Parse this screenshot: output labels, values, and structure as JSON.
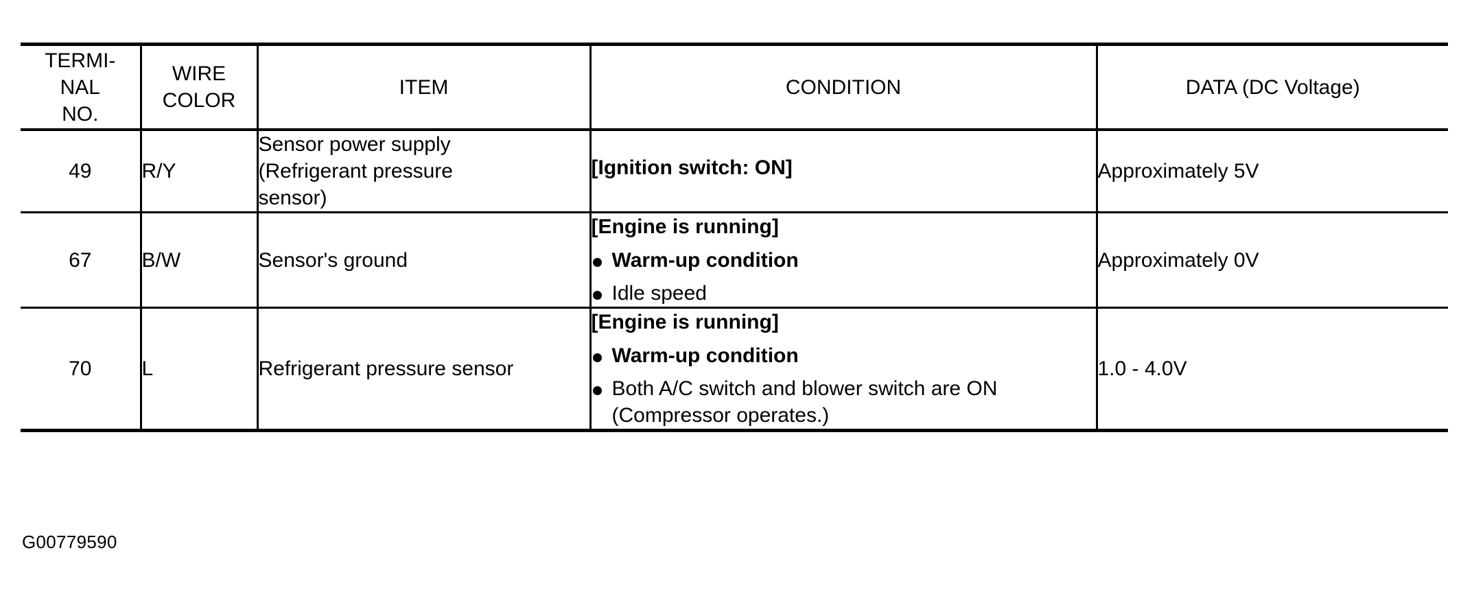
{
  "document": {
    "footer_code": "G00779590"
  },
  "table": {
    "columns": [
      {
        "key": "terminal_no",
        "header": "TERMI-\nNAL\nNO."
      },
      {
        "key": "wire_color",
        "header": "WIRE\nCOLOR"
      },
      {
        "key": "item",
        "header": "ITEM"
      },
      {
        "key": "condition",
        "header": "CONDITION"
      },
      {
        "key": "data",
        "header": "DATA (DC Voltage)"
      }
    ],
    "rows": [
      {
        "terminal_no": "49",
        "wire_color": "R/Y",
        "item": "Sensor power supply\n(Refrigerant pressure\nsensor)",
        "condition_heading": "[Ignition switch: ON]",
        "condition_bullets": [],
        "data": "Approximately 5V"
      },
      {
        "terminal_no": "67",
        "wire_color": "B/W",
        "item": "Sensor's ground",
        "condition_heading": "[Engine is running]",
        "condition_bullets": [
          {
            "text": "Warm-up condition",
            "bold": true
          },
          {
            "text": "Idle speed",
            "bold": false
          }
        ],
        "data": "Approximately 0V"
      },
      {
        "terminal_no": "70",
        "wire_color": "L",
        "item": "Refrigerant pressure sensor",
        "condition_heading": "[Engine is running]",
        "condition_bullets": [
          {
            "text": "Warm-up condition",
            "bold": true
          },
          {
            "text": "Both A/C switch and blower switch are ON\n(Compressor operates.)",
            "bold": false
          }
        ],
        "data": "1.0 - 4.0V"
      }
    ]
  }
}
